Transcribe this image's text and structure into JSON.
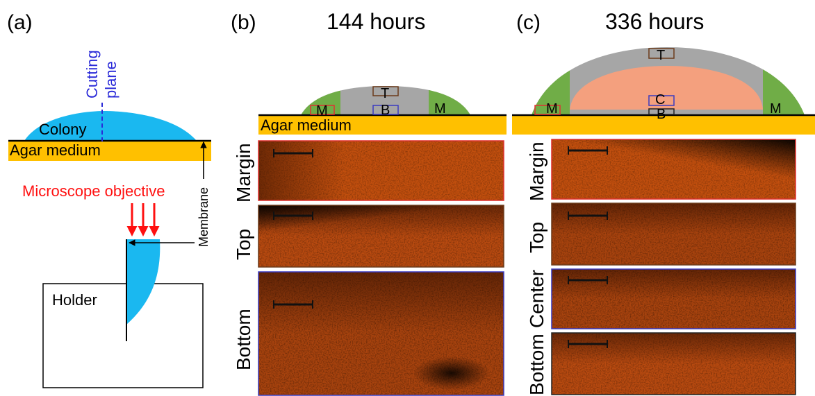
{
  "panel_a": {
    "label": "(a)",
    "cutting_plane": [
      "Cutting",
      "plane"
    ],
    "colony": "Colony",
    "agar_medium": "Agar medium",
    "objective": "Microscope objective",
    "membrane": "Membrane",
    "holder": "Holder"
  },
  "panel_b": {
    "label": "(b)",
    "title": "144 hours",
    "agar_medium": "Agar medium",
    "zones": {
      "margin_left": "M",
      "top": "T",
      "bottom": "B",
      "margin_right": "M"
    },
    "rows": [
      "Margin",
      "Top",
      "Bottom"
    ]
  },
  "panel_c": {
    "label": "(c)",
    "title": "336 hours",
    "zones": {
      "margin_left": "M",
      "top": "T",
      "center": "C",
      "bottom": "B",
      "margin_right": "M"
    },
    "rows": [
      "Margin",
      "Top",
      "Center",
      "Bottom"
    ]
  },
  "colors": {
    "colony": "#1ab8f0",
    "agar": "#ffc000",
    "margin_zone": "#70ad47",
    "top_zone": "#a6a6a6",
    "center_zone": "#f4a07e",
    "micrograph_base": "#c8500e",
    "frame_margin": "#e03030",
    "frame_top": "#6b3a1a",
    "frame_bottom": "#3a3ac0",
    "objective_arrows": "#ff1010",
    "cutting_plane": "#2a2ad8"
  }
}
